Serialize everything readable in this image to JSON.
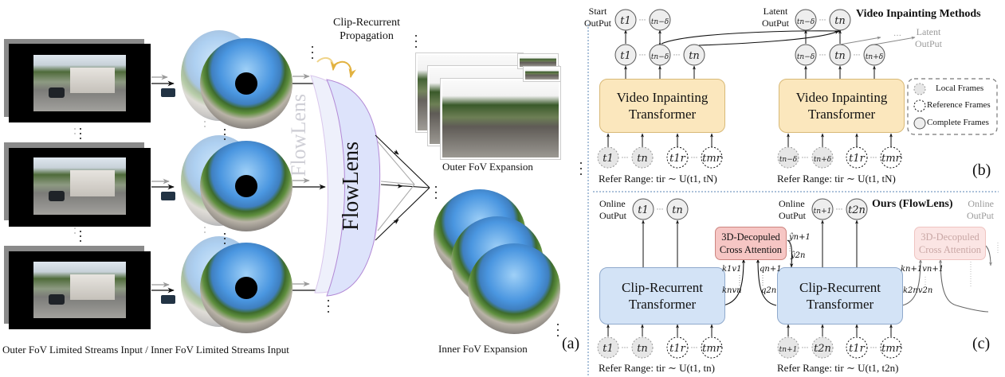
{
  "panel_a": {
    "label": "(a)",
    "clip_recurrent_label": [
      "Clip-Recurrent",
      "Propagation"
    ],
    "flowlens_label": "FlowLens",
    "flowlens_ghost_label": "FlowLens",
    "outer_expansion_caption": "Outer FoV Expansion",
    "inner_expansion_caption": "Inner FoV Expansion",
    "input_caption": "Outer FoV Limited Streams Input / Inner FoV Limited Streams Input"
  },
  "panel_b": {
    "label": "(b)",
    "title": "Video Inpainting Methods",
    "start_output_label": [
      "Start",
      "OutPut"
    ],
    "latent_output_label": [
      "Latent",
      "OutPut"
    ],
    "latent_output_faded_label": [
      "Latent",
      "OutPut"
    ],
    "transformer_label": [
      "Video Inpainting",
      "Transformer"
    ],
    "clip1": {
      "output_nodes": [
        "t1",
        "tn−δ"
      ],
      "mid_nodes": [
        "t1",
        "tn−δ",
        "tn"
      ],
      "input_nodes": [
        "t1",
        "tn",
        "t1r",
        "tmr"
      ],
      "refer_range": "Refer Range: tir ∼ U(t1, tN)"
    },
    "clip2": {
      "output_nodes": [
        "tn−δ",
        "tn"
      ],
      "mid_nodes": [
        "tn−δ",
        "tn",
        "tn+δ"
      ],
      "input_nodes": [
        "tn−δ",
        "tn+δ",
        "t1r",
        "tmr"
      ],
      "refer_range": "Refer Range: tir ∼ U(t1, tN)"
    },
    "legend": [
      {
        "style": "local",
        "label": "Local Frames"
      },
      {
        "style": "reference",
        "label": "Reference Frames"
      },
      {
        "style": "complete",
        "label": "Complete Frames"
      }
    ]
  },
  "panel_c": {
    "label": "(c)",
    "title": "Ours (FlowLens)",
    "online_output_label": [
      "Online",
      "OutPut"
    ],
    "online_output_faded_label": [
      "Online",
      "OutPut"
    ],
    "transformer_label": [
      "Clip-Recurrent",
      "Transformer"
    ],
    "cross_attention_label": [
      "3D-Decopuled",
      "Cross Attention"
    ],
    "clip1": {
      "output_nodes": [
        "t1",
        "tn"
      ],
      "input_nodes": [
        "t1",
        "tn",
        "t1r",
        "tmr"
      ],
      "kv_labels": [
        "k1v1",
        "knvn"
      ],
      "refer_range": "Refer Range: tir ∼ U(t1, tn)"
    },
    "clip2": {
      "output_nodes": [
        "tn+1",
        "t2n"
      ],
      "input_nodes": [
        "tn+1",
        "t2n",
        "t1r",
        "tmr"
      ],
      "q_labels": [
        "qn+1",
        "q2n"
      ],
      "y_labels": [
        "ŷn+1",
        "ŷ2n"
      ],
      "kv_labels": [
        "kn+1vn+1",
        "k2nv2n"
      ],
      "refer_range": "Refer Range: tir ∼ U(t1, t2n)"
    }
  },
  "colors": {
    "video_inpainting_box": "#fbe7bd",
    "clip_recurrent_box": "#d3e3f6",
    "cross_attention_box": "#f6c6c4",
    "flowlens_lens": "#dfe3fa",
    "lens_border": "#b38ad6",
    "propagation_arrow": "#e6b84a",
    "divider": "#5a86b5",
    "local_node_fill": "#e6e6e6"
  }
}
